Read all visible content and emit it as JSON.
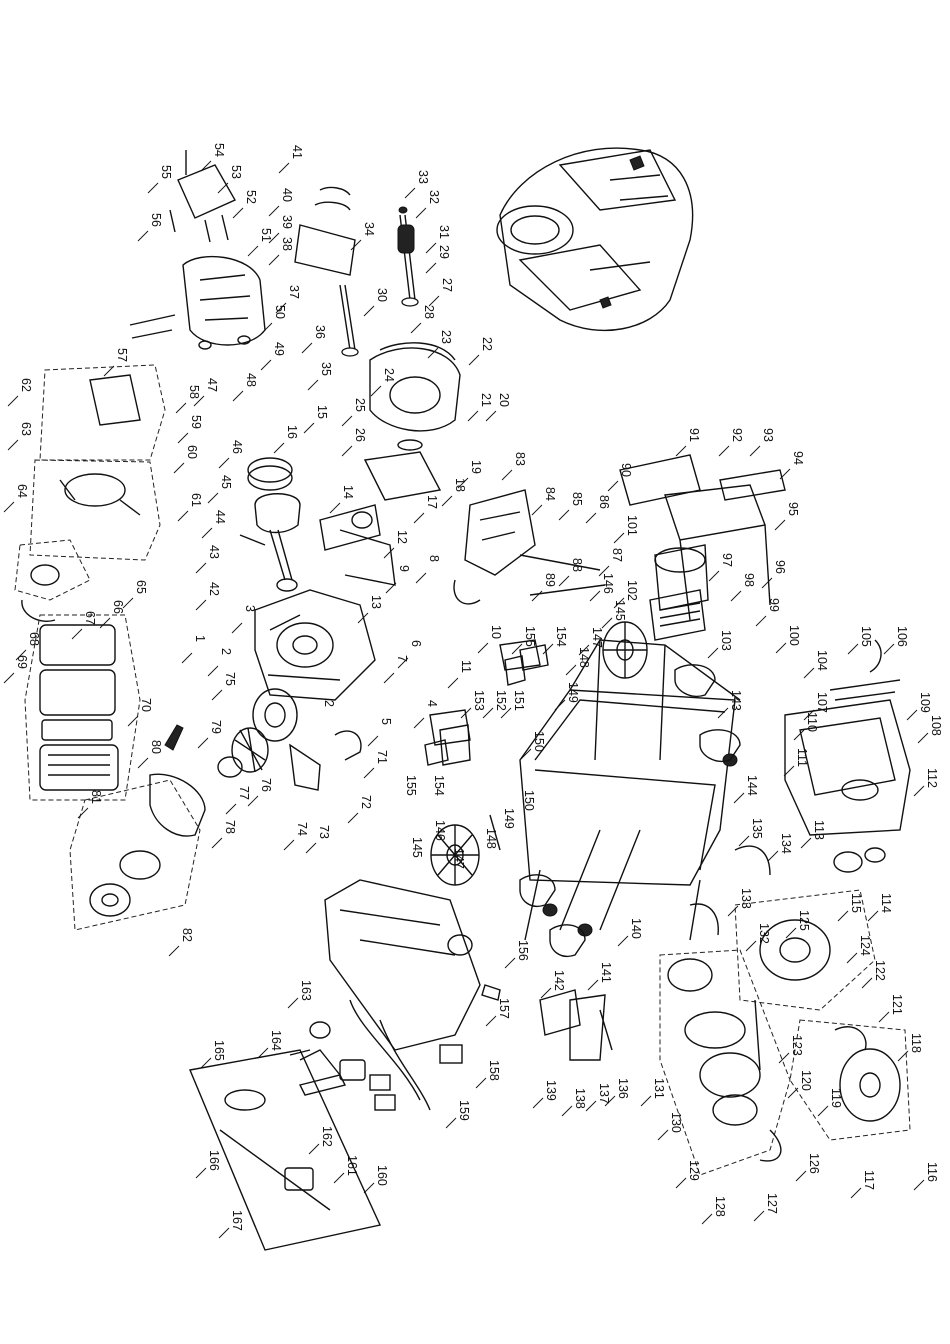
{
  "parts": [
    "1",
    "2",
    "3",
    "4",
    "5",
    "6",
    "7",
    "8",
    "9",
    "10",
    "11",
    "12",
    "13",
    "14",
    "15",
    "16",
    "17",
    "18",
    "19",
    "20",
    "21",
    "22",
    "23",
    "24",
    "25",
    "26",
    "27",
    "28",
    "29",
    "30",
    "31",
    "32",
    "33",
    "34",
    "35",
    "36",
    "37",
    "38",
    "39",
    "40",
    "41",
    "42",
    "43",
    "44",
    "45",
    "46",
    "47",
    "48",
    "49",
    "50",
    "51",
    "52",
    "53",
    "54",
    "55",
    "56",
    "57",
    "58",
    "59",
    "60",
    "61",
    "62",
    "63",
    "64",
    "65",
    "66",
    "67",
    "68",
    "69",
    "70",
    "71",
    "72",
    "73",
    "74",
    "75",
    "76",
    "77",
    "78",
    "79",
    "80",
    "81",
    "82",
    "83",
    "84",
    "85",
    "86",
    "87",
    "88",
    "89",
    "90",
    "91",
    "92",
    "93",
    "94",
    "95",
    "96",
    "97",
    "98",
    "99",
    "100",
    "101",
    "102",
    "103",
    "104",
    "105",
    "106",
    "107",
    "108",
    "109",
    "110",
    "111",
    "112",
    "113",
    "114",
    "115",
    "116",
    "117",
    "118",
    "119",
    "120",
    "121",
    "122",
    "123",
    "124",
    "125",
    "126",
    "127",
    "128",
    "129",
    "130",
    "131",
    "132",
    "133",
    "134",
    "135",
    "136",
    "137",
    "138",
    "139",
    "140",
    "141",
    "142",
    "143",
    "144",
    "145",
    "146",
    "147",
    "148",
    "149",
    "150",
    "151",
    "152",
    "153",
    "154",
    "155",
    "156",
    "157",
    "158",
    "159",
    "160",
    "161",
    "162",
    "163",
    "164",
    "165",
    "166",
    "167"
  ],
  "extra_labels": [
    "2",
    "145",
    "146",
    "147",
    "148",
    "149",
    "154",
    "155",
    "150"
  ]
}
